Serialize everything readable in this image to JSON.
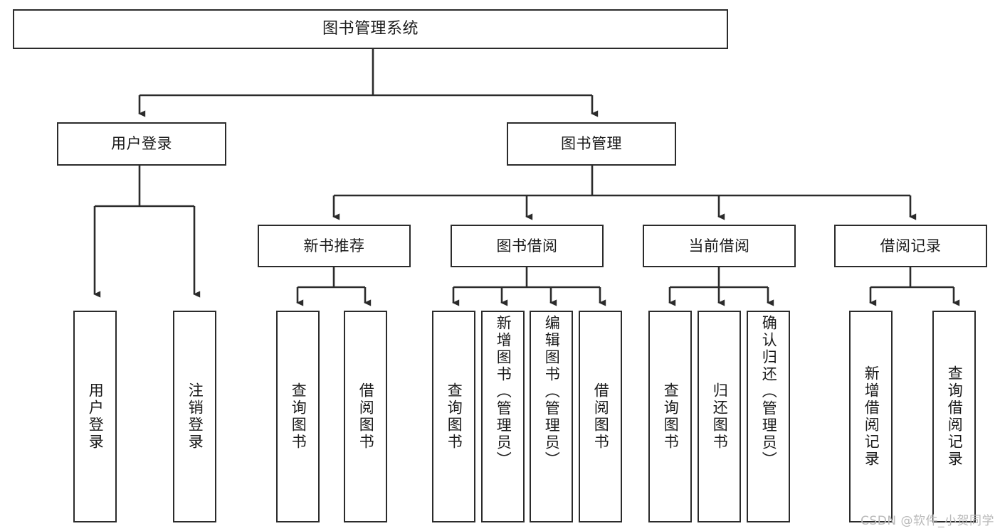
{
  "diagram": {
    "title": "图书管理系统",
    "type": "tree-hierarchy",
    "orientation": "top-down",
    "colors": {
      "background": "#ffffff",
      "box_border": "#2b2b2b",
      "box_fill": "#ffffff",
      "connector": "#2b2b2b",
      "text": "#1b1b1b",
      "watermark": "#b9b9b9"
    }
  },
  "nodes": {
    "root": {
      "label": "图书管理系统",
      "level": 0
    },
    "level1": [
      {
        "id": "user-login",
        "label": "用户登录",
        "level": 1
      },
      {
        "id": "book-manage",
        "label": "图书管理",
        "level": 1
      }
    ],
    "level2": [
      {
        "id": "new-book-recommend",
        "label": "新书推荐",
        "level": 2,
        "parent": "book-manage"
      },
      {
        "id": "book-borrow",
        "label": "图书借阅",
        "level": 2,
        "parent": "book-manage"
      },
      {
        "id": "current-borrow",
        "label": "当前借阅",
        "level": 2,
        "parent": "book-manage"
      },
      {
        "id": "borrow-record",
        "label": "借阅记录",
        "level": 2,
        "parent": "book-manage"
      }
    ],
    "leaves": [
      {
        "id": "leaf-user-login",
        "label": "用户登录",
        "parent": "user-login"
      },
      {
        "id": "leaf-logout",
        "label": "注销登录",
        "parent": "user-login"
      },
      {
        "id": "leaf-query-book-1",
        "label": "查询图书",
        "parent": "new-book-recommend"
      },
      {
        "id": "leaf-borrow-book-1",
        "label": "借阅图书",
        "parent": "new-book-recommend"
      },
      {
        "id": "leaf-query-book-2",
        "label": "查询图书",
        "parent": "book-borrow"
      },
      {
        "id": "leaf-add-book",
        "label": "新增图书（管理员）",
        "parent": "book-borrow"
      },
      {
        "id": "leaf-edit-book",
        "label": "编辑图书（管理员）",
        "parent": "book-borrow"
      },
      {
        "id": "leaf-borrow-book-2",
        "label": "借阅图书",
        "parent": "book-borrow"
      },
      {
        "id": "leaf-query-book-3",
        "label": "查询图书",
        "parent": "current-borrow"
      },
      {
        "id": "leaf-return-book",
        "label": "归还图书",
        "parent": "current-borrow"
      },
      {
        "id": "leaf-confirm-return",
        "label": "确认归还（管理员）",
        "parent": "current-borrow"
      },
      {
        "id": "leaf-add-record",
        "label": "新增借阅记录",
        "parent": "borrow-record"
      },
      {
        "id": "leaf-query-record",
        "label": "查询借阅记录",
        "parent": "borrow-record"
      }
    ]
  },
  "watermark": {
    "text": "CSDN @软件_小贺同学"
  }
}
